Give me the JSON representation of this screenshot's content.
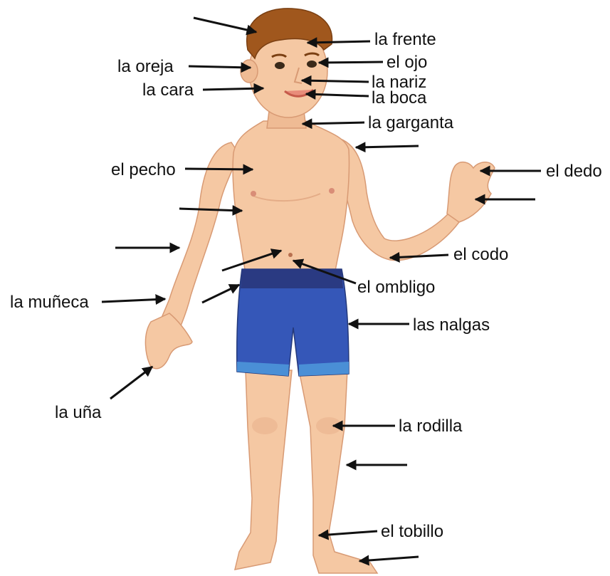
{
  "labels": {
    "frente": "la frente",
    "ojo": "el ojo",
    "oreja": "la oreja",
    "nariz": "la nariz",
    "cara": "la cara",
    "boca": "la boca",
    "garganta": "la garganta",
    "pecho": "el pecho",
    "dedo": "el dedo",
    "codo": "el codo",
    "ombligo": "el ombligo",
    "muneca": "la muñeca",
    "nalgas": "las nalgas",
    "una": "la uña",
    "rodilla": "la rodilla",
    "tobillo": "el tobillo"
  },
  "colors": {
    "skin": "#f5c8a3",
    "skin_shadow": "#e3a680",
    "hair": "#a0571d",
    "shorts": "#3557b8",
    "shorts_band": "#2a3a82",
    "shorts_trim": "#4a8fd6",
    "arrow": "#111111"
  }
}
